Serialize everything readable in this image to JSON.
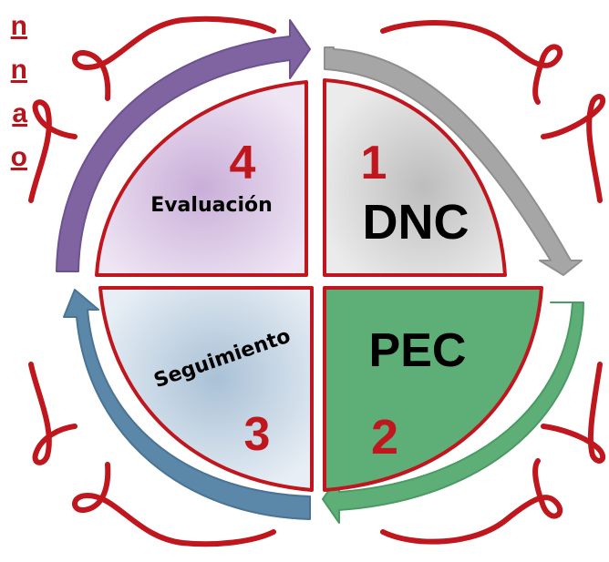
{
  "side_text": [
    "n",
    "n",
    "a",
    "o"
  ],
  "quadrants": {
    "dnc": {
      "number": "1",
      "label": "DNC"
    },
    "pec": {
      "number": "2",
      "label": "PEC"
    },
    "seguimiento": {
      "number": "3",
      "label": "Seguimiento"
    },
    "evaluacion": {
      "number": "4",
      "label": "Evaluación"
    }
  },
  "colors": {
    "border": "#c0161d",
    "dnc_fill": "#d9d9d9",
    "pec_fill": "#5eae78",
    "seguimiento_fill": "#c9d8e6",
    "evaluacion_fill": "#d9c6e3",
    "arrow_gray": "#a6a6a6",
    "arrow_green": "#5eae78",
    "arrow_blue": "#5b87a8",
    "arrow_purple": "#8064a2"
  }
}
